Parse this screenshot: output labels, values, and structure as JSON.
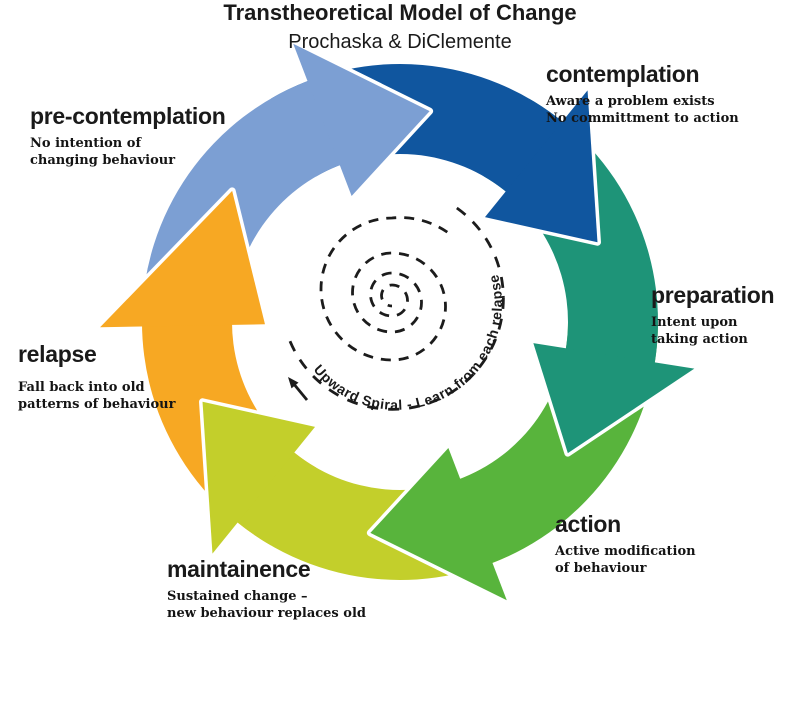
{
  "diagram": {
    "spiral_label": "Upward Spiral - Learn from each relapse",
    "title": "Transtheoretical Model of Change",
    "subtitle": "Prochaska & DiClemente"
  },
  "stages": [
    {
      "name": "pre-contemplation",
      "description": "No intention of\nchanging behaviour",
      "color": "#7C9FD3"
    },
    {
      "name": "contemplation",
      "description": "Aware a problem exists\nNo committment to action",
      "color": "#10569F"
    },
    {
      "name": "preparation",
      "description": "Intent upon\ntaking action",
      "color": "#1E9478"
    },
    {
      "name": "action",
      "description": "Active modification\nof behaviour",
      "color": "#58B43C"
    },
    {
      "name": "maintainence",
      "description": "Sustained change –\nnew behaviour replaces old",
      "color": "#C3CF2B"
    },
    {
      "name": "relapse",
      "description": "Fall back into old\npatterns of behaviour",
      "color": "#F7A823"
    }
  ]
}
